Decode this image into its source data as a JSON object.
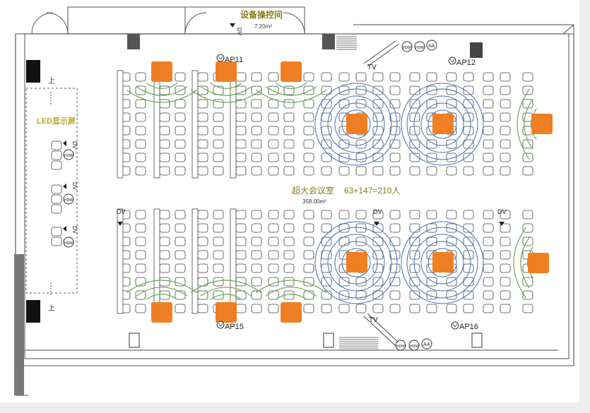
{
  "title_room_control": "设备操控间",
  "control_area": "7.20m²",
  "hall_title": "超大会议室",
  "capacity": "63+147=210人",
  "hall_area": "358.00m²",
  "led_label": "LED显示屏",
  "up_label": "上",
  "dv": "DV",
  "hdmi": "HDMI",
  "aa": "AA",
  "tv": "TV",
  "ap_labels": [
    "AP11",
    "AP12",
    "AP15",
    "AP16"
  ],
  "colors": {
    "speaker": "#f07f23",
    "wifi_arc": "#6aa84f",
    "ring": "#3d6fb5",
    "label_olive": "#8a7d18",
    "wall": "#6d6d6d"
  },
  "icons": [
    "wifi-ap-icon",
    "down-arrow-icon",
    "speaker-icon",
    "chair-icon"
  ]
}
